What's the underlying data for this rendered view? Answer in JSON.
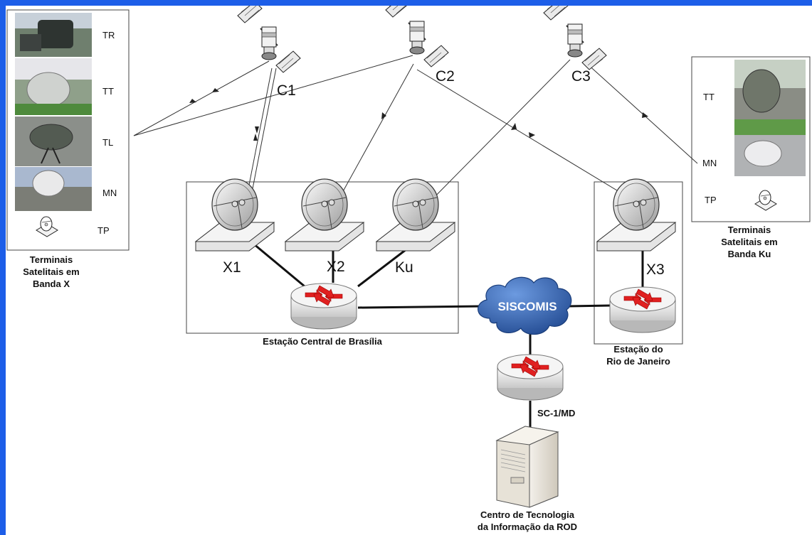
{
  "satellites": {
    "c1": "C1",
    "c2": "C2",
    "c3": "C3"
  },
  "band_x": {
    "terminals": [
      "TR",
      "TT",
      "TL",
      "MN",
      "TP"
    ],
    "caption": [
      "Terminais",
      "Satelitais em",
      "Banda X"
    ]
  },
  "band_ku": {
    "terminals": [
      "TT",
      "MN",
      "TP"
    ],
    "caption": [
      "Terminais",
      "Satelitais em",
      "Banda Ku"
    ]
  },
  "brasilia": {
    "antennas": [
      "X1",
      "X2",
      "Ku"
    ],
    "caption": "Estação Central de Brasília"
  },
  "rio": {
    "antenna": "X3",
    "caption": [
      "Estação do",
      "Rio de Janeiro"
    ]
  },
  "network": {
    "cloud": "SISCOMIS",
    "link": "SC-1/MD",
    "datacenter": [
      "Centro de Tecnologia",
      "da Informação da ROD"
    ]
  },
  "colors": {
    "frame": "#1d5ee8",
    "cloud": "#2f63b8",
    "router_arrow": "#e02020"
  }
}
